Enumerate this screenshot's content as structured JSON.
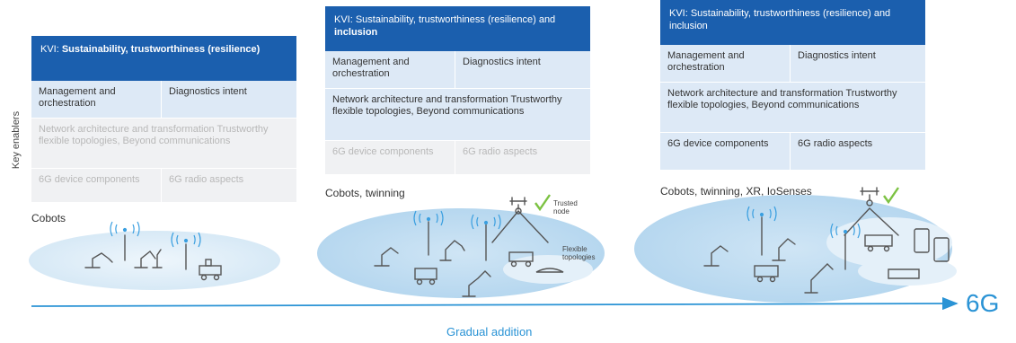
{
  "side_label": "Key enablers",
  "stages": [
    {
      "kvi_prefix": "KVI: ",
      "kvi_bold": "Sustainability, trustworthiness (resilience)",
      "kvi_rest": "",
      "kvi_tail_bold": "",
      "mgmt": "Management and orchestration",
      "diag": "Diagnostics intent",
      "network": "Network architecture and transformation Trustworthy flexible topologies, Beyond communications",
      "device": "6G device components",
      "radio": "6G radio aspects",
      "title": "Cobots"
    },
    {
      "kvi_prefix": "KVI: Sustainability, trustworthiness (resilience) and ",
      "kvi_bold": "inclusion",
      "mgmt": "Management and orchestration",
      "diag": "Diagnostics intent",
      "network": "Network architecture and transformation Trustworthy flexible topologies, Beyond communications",
      "device": "6G device components",
      "radio": "6G radio aspects",
      "title": "Cobots, twinning",
      "note_trusted": "Trusted node",
      "note_flexible": "Flexible topologies"
    },
    {
      "kvi_text": "KVI: Sustainability, trustworthiness (resilience) and inclusion",
      "mgmt": "Management and orchestration",
      "diag": "Diagnostics intent",
      "network": "Network architecture and transformation Trustworthy flexible topologies, Beyond communications",
      "device": "6G device components",
      "radio": "6G radio aspects",
      "title": "Cobots, twinning, XR, IoSenses"
    }
  ],
  "bottom_label": "Gradual addition",
  "end_label": "6G",
  "colors": {
    "kvi": "#1b5fae",
    "accent": "#2a93d5",
    "check": "#7cc242"
  }
}
